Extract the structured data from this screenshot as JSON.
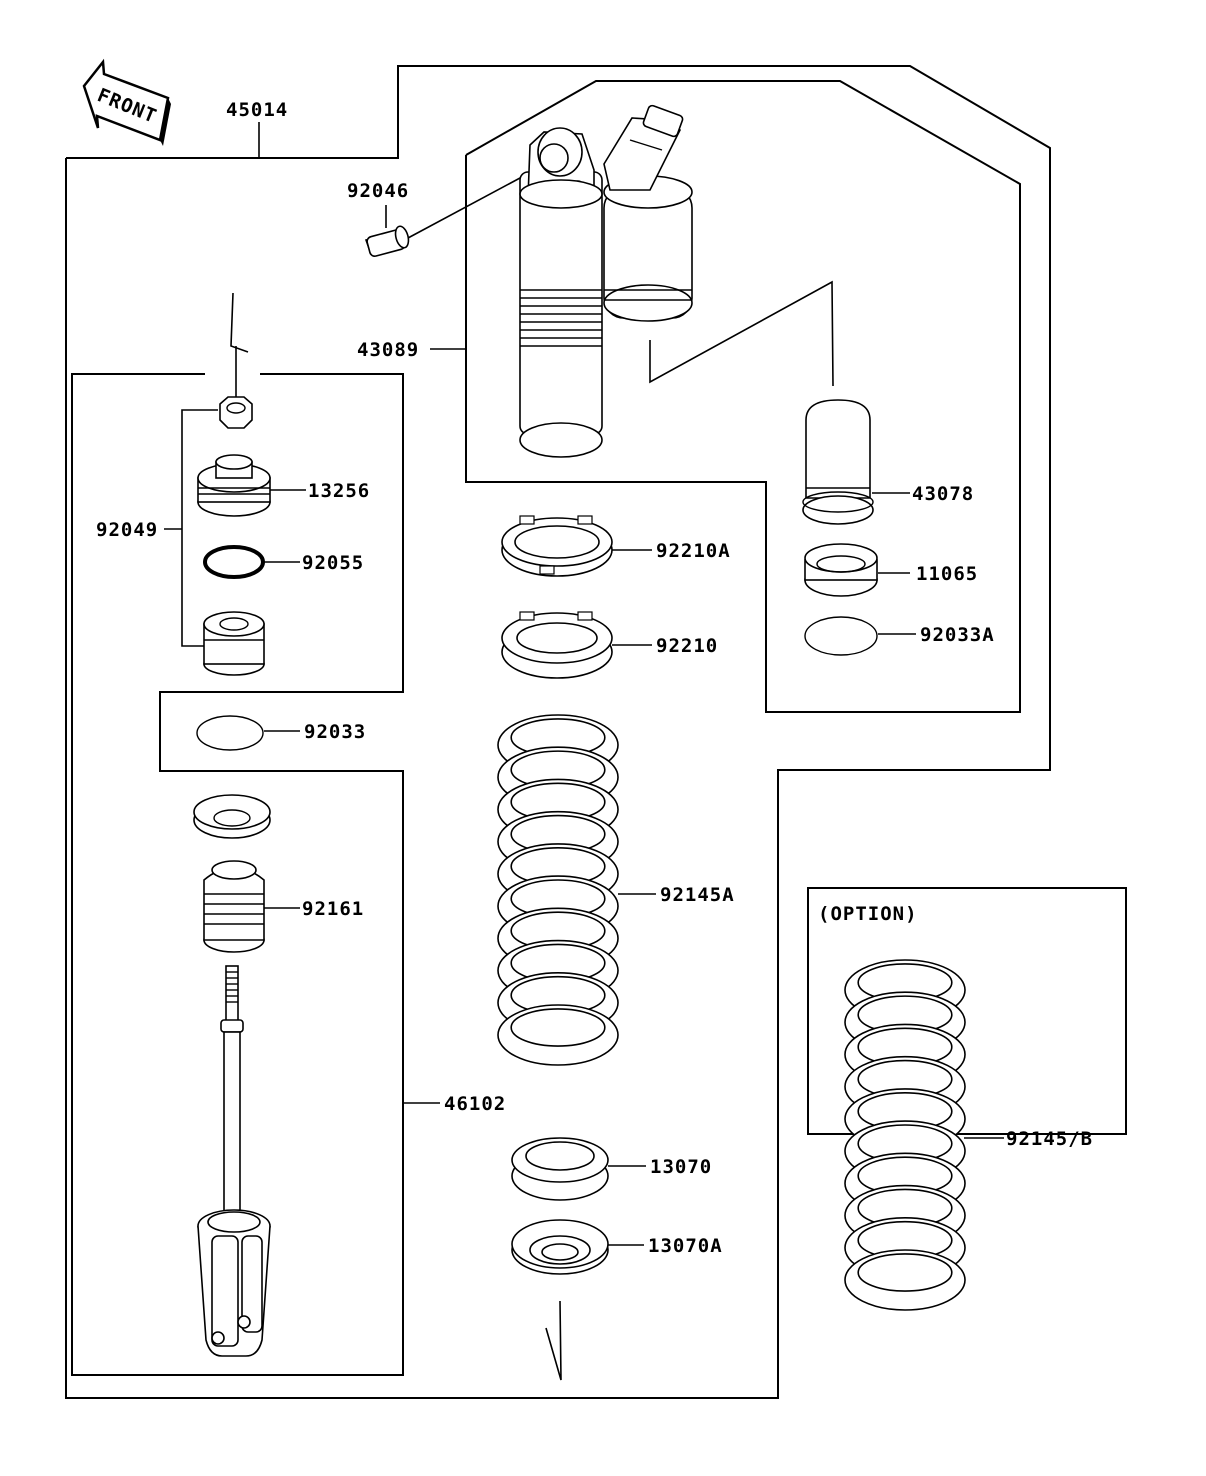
{
  "diagram": {
    "front_label": "FRONT",
    "option_label": "(OPTION)",
    "labels": {
      "p45014": "45014",
      "p92046": "92046",
      "p43089": "43089",
      "p43078": "43078",
      "p11065": "11065",
      "p92033A": "92033A",
      "p92049": "92049",
      "p13256": "13256",
      "p92055": "92055",
      "p92033": "92033",
      "p92161": "92161",
      "p46102": "46102",
      "p92210A": "92210A",
      "p92210": "92210",
      "p92145A": "92145A",
      "p13070": "13070",
      "p13070A": "13070A",
      "p92145B": "92145/B"
    }
  }
}
